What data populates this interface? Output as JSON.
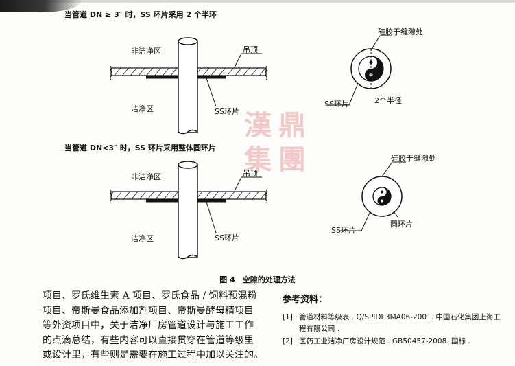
{
  "diagram": {
    "top": {
      "heading": "当管道 DN ≥ 3″ 时，SS 环片采用 2 个半环",
      "non_clean_area": "非洁净区",
      "ceiling": "吊顶",
      "clean_area": "洁净区",
      "ss_ring_piece": "SS环片",
      "sealant_label": "硅胶于缝隙处",
      "ss_ring_label": "SS环片",
      "half_ring_label": "2个半径"
    },
    "bottom": {
      "heading": "当管道 DN<3″ 时，SS 环片采用整体圆环片",
      "non_clean_area": "非洁净区",
      "ceiling": "吊顶",
      "clean_area": "洁净区",
      "ss_ring_piece": "SS环片",
      "sealant_label": "硅胶于缝隙处",
      "ss_ring_label": "SS环片",
      "full_ring_label": "圆环片"
    },
    "caption": "图 4　空隙的处理方法"
  },
  "watermark": {
    "characters": [
      "漢",
      "鼎",
      "集",
      "團"
    ],
    "color": "#d64545"
  },
  "body": {
    "lines": [
      "项目、罗氏维生素 A 项目、罗氏食品 / 饲料预混粉",
      "项目、帝斯曼食品添加剂项目、帝斯曼酵母精项目",
      "等外资项目中，关于洁净厂房管道设计与施工工作",
      "的点滴总结，有些内容可以直接贯穿在管道等级里",
      "或设计里，有些则是需要在施工过程中加以关注的。"
    ]
  },
  "references": {
    "title": "参考资料：",
    "items": [
      {
        "num": "[1]",
        "lines": [
          "管道材料等级表 . Q/SPIDI 3MA06-2001. 中国石化集团上海工",
          "程有限公司 ."
        ]
      },
      {
        "num": "[2]",
        "lines": [
          "医药工业洁净厂房设计规范 . GB50457-2008. 国标 ."
        ]
      }
    ]
  }
}
